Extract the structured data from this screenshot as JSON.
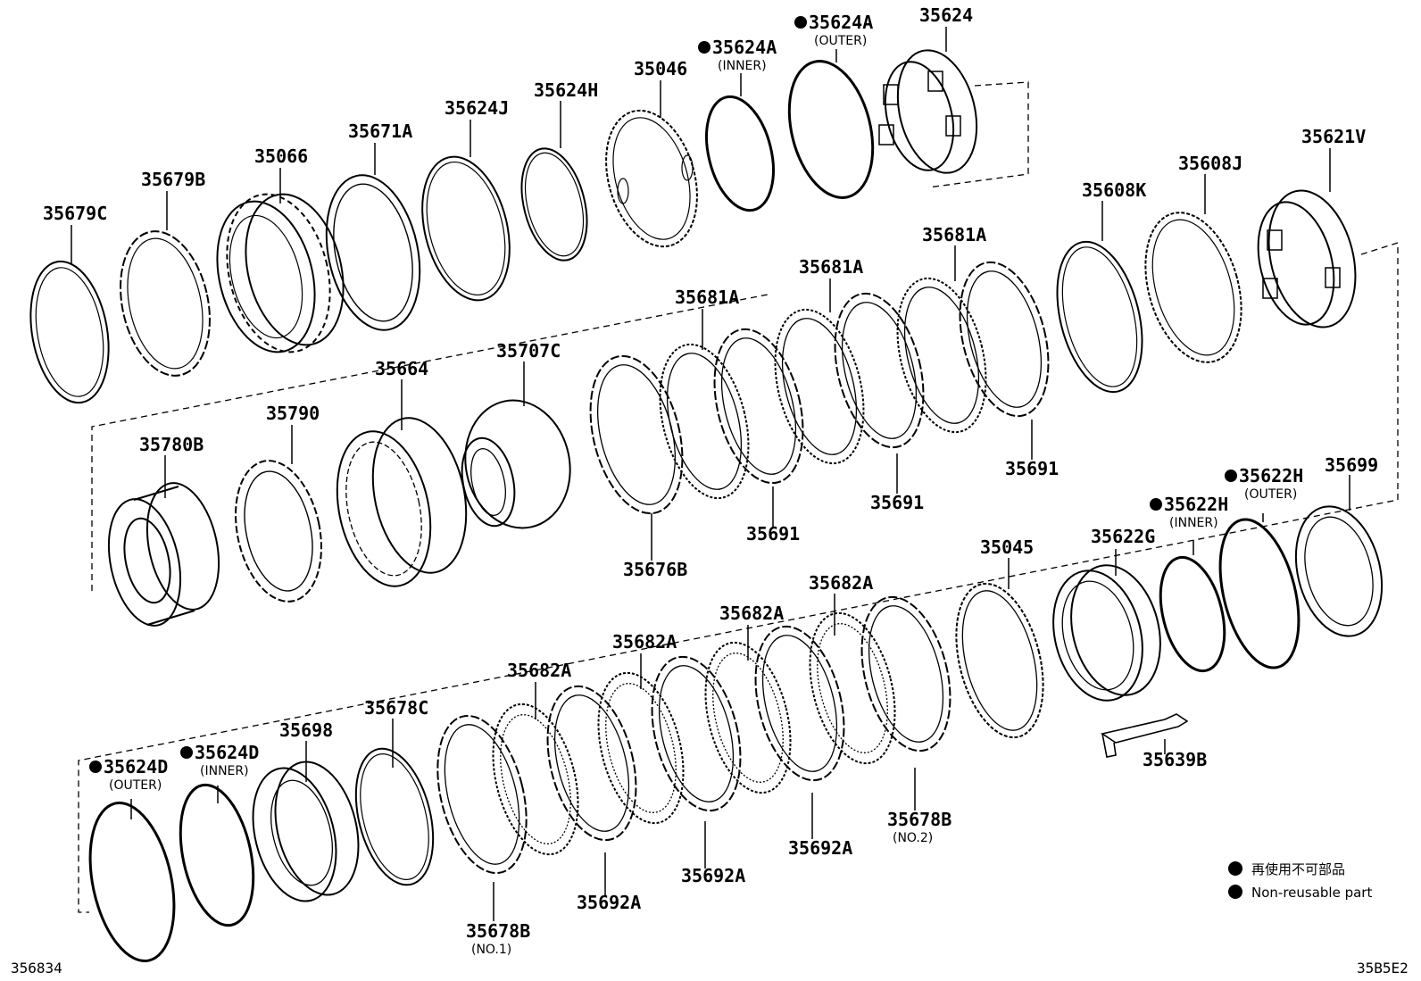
{
  "diagram": {
    "parts": [
      {
        "id": "p-35679C",
        "label": "35679C",
        "dot": false,
        "sub": ""
      },
      {
        "id": "p-35679B",
        "label": "35679B",
        "dot": false,
        "sub": ""
      },
      {
        "id": "p-35066",
        "label": "35066",
        "dot": false,
        "sub": ""
      },
      {
        "id": "p-35671A",
        "label": "35671A",
        "dot": false,
        "sub": ""
      },
      {
        "id": "p-35624J",
        "label": "35624J",
        "dot": false,
        "sub": ""
      },
      {
        "id": "p-35624H",
        "label": "35624H",
        "dot": false,
        "sub": ""
      },
      {
        "id": "p-35046",
        "label": "35046",
        "dot": false,
        "sub": ""
      },
      {
        "id": "p-35624A-inner",
        "label": "35624A",
        "dot": true,
        "sub": "(INNER)"
      },
      {
        "id": "p-35624A-outer",
        "label": "35624A",
        "dot": true,
        "sub": "(OUTER)"
      },
      {
        "id": "p-35624",
        "label": "35624",
        "dot": false,
        "sub": ""
      },
      {
        "id": "p-35621V",
        "label": "35621V",
        "dot": false,
        "sub": ""
      },
      {
        "id": "p-35608J",
        "label": "35608J",
        "dot": false,
        "sub": ""
      },
      {
        "id": "p-35608K",
        "label": "35608K",
        "dot": false,
        "sub": ""
      },
      {
        "id": "p-35681A-1",
        "label": "35681A",
        "dot": false,
        "sub": ""
      },
      {
        "id": "p-35681A-2",
        "label": "35681A",
        "dot": false,
        "sub": ""
      },
      {
        "id": "p-35681A-3",
        "label": "35681A",
        "dot": false,
        "sub": ""
      },
      {
        "id": "p-35664",
        "label": "35664",
        "dot": false,
        "sub": ""
      },
      {
        "id": "p-35707C",
        "label": "35707C",
        "dot": false,
        "sub": ""
      },
      {
        "id": "p-35790",
        "label": "35790",
        "dot": false,
        "sub": ""
      },
      {
        "id": "p-35780B",
        "label": "35780B",
        "dot": false,
        "sub": ""
      },
      {
        "id": "p-35676B",
        "label": "35676B",
        "dot": false,
        "sub": ""
      },
      {
        "id": "p-35691-1",
        "label": "35691",
        "dot": false,
        "sub": ""
      },
      {
        "id": "p-35691-2",
        "label": "35691",
        "dot": false,
        "sub": ""
      },
      {
        "id": "p-35691-3",
        "label": "35691",
        "dot": false,
        "sub": ""
      },
      {
        "id": "p-35699",
        "label": "35699",
        "dot": false,
        "sub": ""
      },
      {
        "id": "p-35622H-outer",
        "label": "35622H",
        "dot": true,
        "sub": "(OUTER)"
      },
      {
        "id": "p-35622H-inner",
        "label": "35622H",
        "dot": true,
        "sub": "(INNER)"
      },
      {
        "id": "p-35622G",
        "label": "35622G",
        "dot": false,
        "sub": ""
      },
      {
        "id": "p-35045",
        "label": "35045",
        "dot": false,
        "sub": ""
      },
      {
        "id": "p-35639B",
        "label": "35639B",
        "dot": false,
        "sub": ""
      },
      {
        "id": "p-35682A-1",
        "label": "35682A",
        "dot": false,
        "sub": ""
      },
      {
        "id": "p-35682A-2",
        "label": "35682A",
        "dot": false,
        "sub": ""
      },
      {
        "id": "p-35682A-3",
        "label": "35682A",
        "dot": false,
        "sub": ""
      },
      {
        "id": "p-35682A-4",
        "label": "35682A",
        "dot": false,
        "sub": ""
      },
      {
        "id": "p-35678C",
        "label": "35678C",
        "dot": false,
        "sub": ""
      },
      {
        "id": "p-35698",
        "label": "35698",
        "dot": false,
        "sub": ""
      },
      {
        "id": "p-35624D-inner",
        "label": "35624D",
        "dot": true,
        "sub": "(INNER)"
      },
      {
        "id": "p-35624D-outer",
        "label": "35624D",
        "dot": true,
        "sub": "(OUTER)"
      },
      {
        "id": "p-35678B-no1",
        "label": "35678B",
        "dot": false,
        "sub": "(NO.1)"
      },
      {
        "id": "p-35678B-no2",
        "label": "35678B",
        "dot": false,
        "sub": "(NO.2)"
      },
      {
        "id": "p-35692A-1",
        "label": "35692A",
        "dot": false,
        "sub": ""
      },
      {
        "id": "p-35692A-2",
        "label": "35692A",
        "dot": false,
        "sub": ""
      },
      {
        "id": "p-35692A-3",
        "label": "35692A",
        "dot": false,
        "sub": ""
      }
    ],
    "legend": {
      "japanese": "再使用不可部品",
      "english": "Non-reusable part"
    },
    "footer": {
      "left_code": "356834",
      "right_code": "35B5E2"
    }
  }
}
